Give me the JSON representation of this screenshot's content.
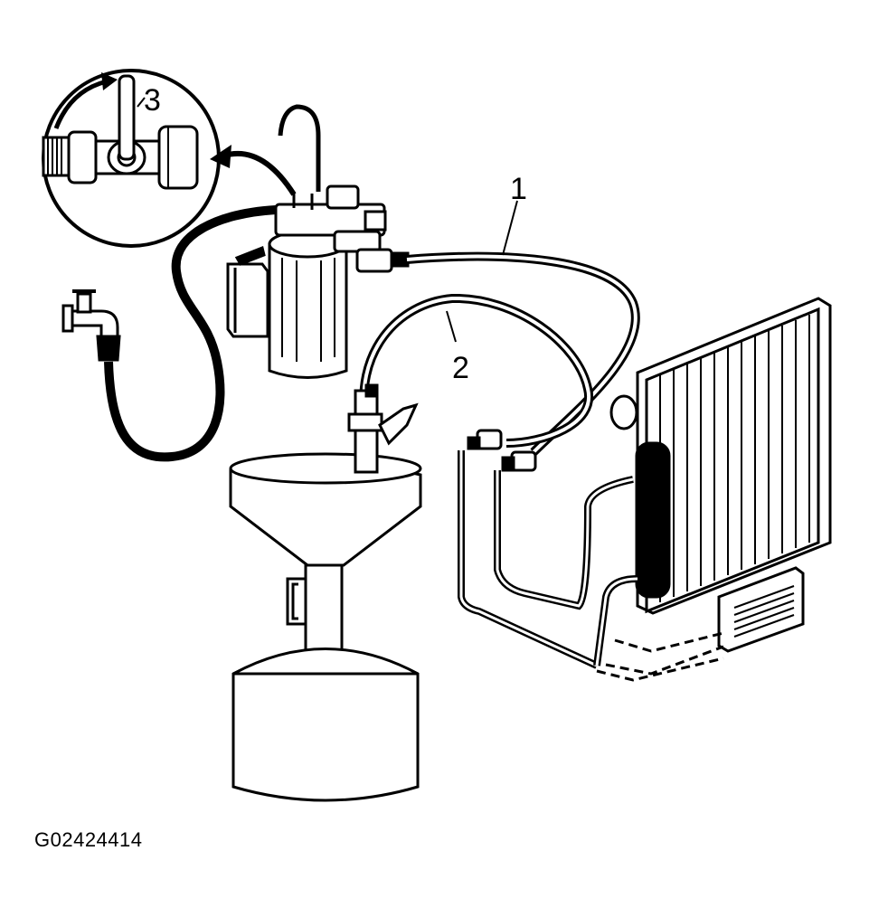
{
  "callouts": {
    "hose_1": "1",
    "hose_2": "2",
    "valve_3": "3"
  },
  "figure_id": "G02424414",
  "colors": {
    "ink": "#000000",
    "paper": "#ffffff"
  }
}
